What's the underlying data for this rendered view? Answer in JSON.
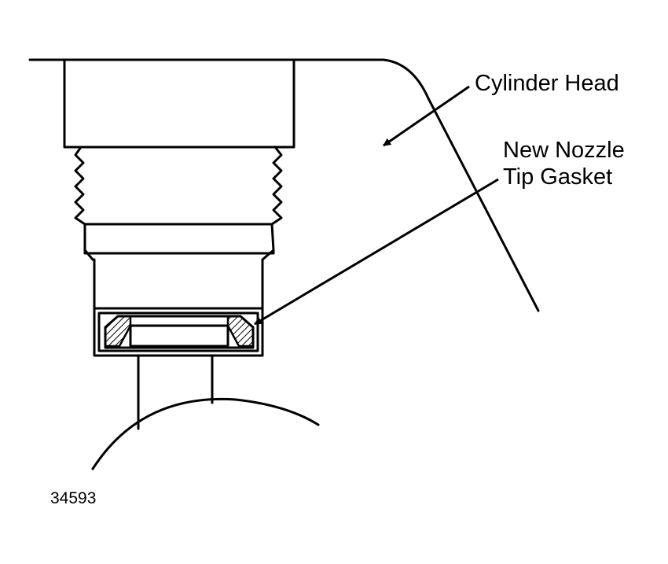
{
  "labels": {
    "cylinder_head": "Cylinder Head",
    "gasket_line1": "New Nozzle",
    "gasket_line2": "Tip Gasket"
  },
  "figure_number": "34593",
  "colors": {
    "ink": "#000000",
    "paper": "#ffffff"
  }
}
